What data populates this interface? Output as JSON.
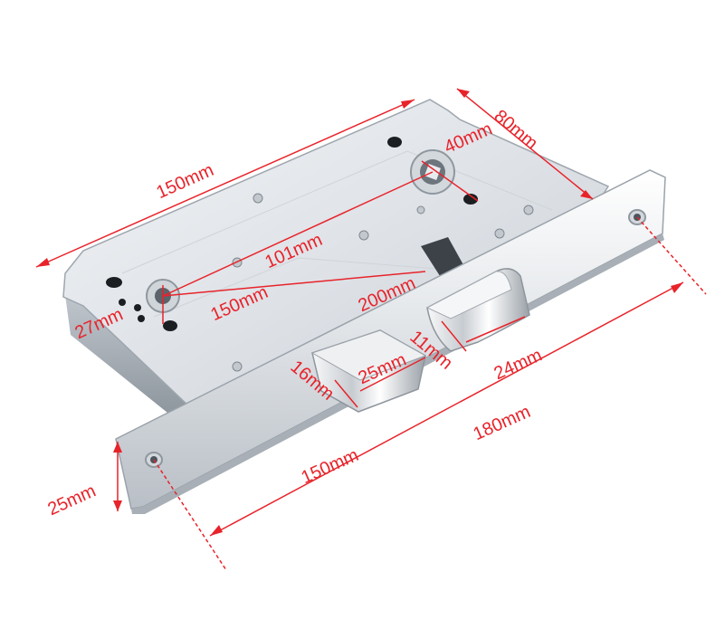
{
  "image": {
    "subject": "mortise door lock",
    "colors": {
      "dimension": "#e8232a",
      "metal_light": "#e7eaee",
      "metal_mid": "#c5cbd2",
      "metal_dark": "#8f979f",
      "steel_face": "#d8dde2",
      "background": "#ffffff"
    }
  },
  "dimensions": {
    "body_width": "150mm",
    "body_depth": "80mm",
    "cylinder_hole_width": "40mm",
    "spindle_distance": "101mm",
    "spindle_to_face": "150mm",
    "spindle_hole": "27mm",
    "latch_length": "200mm",
    "latch_height": "11mm",
    "latch_width": "24mm",
    "bolt_height": "16mm",
    "bolt_width": "25mm",
    "faceplate_screw_span": "150mm",
    "faceplate_length": "180mm",
    "faceplate_width": "25mm"
  }
}
